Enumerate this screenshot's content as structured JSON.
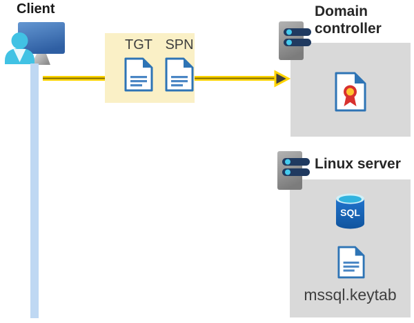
{
  "diagram": {
    "client": {
      "label": "Client"
    },
    "tickets": {
      "tgt_label": "TGT",
      "spn_label": "SPN"
    },
    "domain_controller": {
      "label": "Domain controller"
    },
    "linux_server": {
      "label": "Linux server",
      "sql_badge": "SQL",
      "keytab_label": "mssql.keytab"
    }
  },
  "colors": {
    "arrow_yellow": "#FFD400",
    "arrow_core_olive": "#7F6A00",
    "arrowhead_gray": "#3F3F3F",
    "ticket_box_yellow": "#FAF0C6",
    "server_box_gray": "#D9D9D9",
    "client_timeline_blue": "#BFD8F3",
    "document_blue": "#2E74B5",
    "document_line_blue": "#4A86C4",
    "monitor_blue_top": "#6497D2",
    "monitor_blue_bottom": "#2F5FA3",
    "user_cyan": "#41C2E4",
    "server_slot_navy": "#203A60",
    "server_led_cyan": "#45CBEE",
    "sql_body_blue": "#1C66BE",
    "sql_top_cyan": "#31B3DF",
    "certificate_red": "#D8312E",
    "certificate_gold": "#FFC431",
    "heading_text": "#262626",
    "label_text": "#3F3F3F"
  }
}
